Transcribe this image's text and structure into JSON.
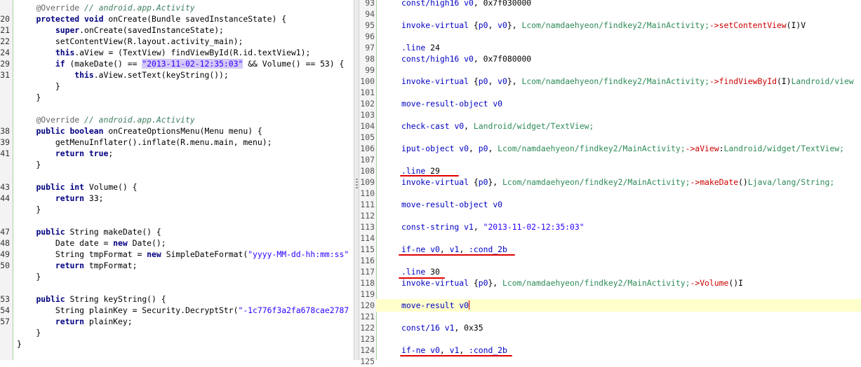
{
  "java_pane": {
    "lines": [
      {
        "num": "",
        "html": "    <span class='anno'>@Override</span> <span class='cmt'>// android.app.Activity</span>"
      },
      {
        "num": "20",
        "html": "    <span class='kw'>protected</span> <span class='kw'>void</span> onCreate(Bundle savedInstanceState) {"
      },
      {
        "num": "21",
        "html": "        <span class='kw'>super</span>.onCreate(savedInstanceState);"
      },
      {
        "num": "22",
        "html": "        setContentView(R.layout.activity_main);"
      },
      {
        "num": "24",
        "html": "        <span class='kw'>this</span>.aView = (TextView) findViewById(R.id.textView1);"
      },
      {
        "num": "29",
        "html": "        <span class='kw'>if</span> (makeDate() == <span class='hl-str'>\"2013-11-02-12:35:03\"</span> &amp;&amp; Volume() == 53) {"
      },
      {
        "num": "31",
        "html": "            <span class='kw'>this</span>.aView.setText(keyString());"
      },
      {
        "num": "",
        "html": "        }"
      },
      {
        "num": "",
        "html": "    }"
      },
      {
        "num": "",
        "html": ""
      },
      {
        "num": "",
        "html": "    <span class='anno'>@Override</span> <span class='cmt'>// android.app.Activity</span>"
      },
      {
        "num": "38",
        "html": "    <span class='kw'>public</span> <span class='kw'>boolean</span> onCreateOptionsMenu(Menu menu) {"
      },
      {
        "num": "39",
        "html": "        getMenuInflater().inflate(R.menu.main, menu);"
      },
      {
        "num": "41",
        "html": "        <span class='kw'>return</span> <span class='kw'>true</span>;"
      },
      {
        "num": "",
        "html": "    }"
      },
      {
        "num": "",
        "html": ""
      },
      {
        "num": "43",
        "html": "    <span class='kw'>public</span> <span class='kw'>int</span> Volume() {"
      },
      {
        "num": "44",
        "html": "        <span class='kw'>return</span> 33;"
      },
      {
        "num": "",
        "html": "    }"
      },
      {
        "num": "",
        "html": ""
      },
      {
        "num": "47",
        "html": "    <span class='kw'>public</span> String makeDate() {"
      },
      {
        "num": "48",
        "html": "        Date date = <span class='kw'>new</span> Date();"
      },
      {
        "num": "49",
        "html": "        String tmpFormat = <span class='kw'>new</span> SimpleDateFormat(<span class='str'>\"yyyy-MM-dd-hh:mm:ss\"</span>"
      },
      {
        "num": "50",
        "html": "        <span class='kw'>return</span> tmpFormat;"
      },
      {
        "num": "",
        "html": "    }"
      },
      {
        "num": "",
        "html": ""
      },
      {
        "num": "53",
        "html": "    <span class='kw'>public</span> String keyString() {"
      },
      {
        "num": "54",
        "html": "        String plainKey = Security.DecryptStr(<span class='str'>\"-1c776f3a2fa678cae2787</span>"
      },
      {
        "num": "57",
        "html": "        <span class='kw'>return</span> plainKey;"
      },
      {
        "num": "",
        "html": "    }"
      },
      {
        "num": "",
        "html": "}"
      }
    ]
  },
  "smali_pane": {
    "lines": [
      {
        "num": "93",
        "html": "<span class='op'>const/high16</span> <span class='reg'>v0</span>, 0x7f030000"
      },
      {
        "num": "94",
        "html": ""
      },
      {
        "num": "95",
        "html": "<span class='op'>invoke-virtual</span> {<span class='reg'>p0</span>, <span class='reg'>v0</span>}, <span class='cls'>Lcom/namdaehyeon/findkey2/MainActivity;</span><span class='meth'>-&gt;setContentView</span>(I)V"
      },
      {
        "num": "96",
        "html": ""
      },
      {
        "num": "97",
        "html": "<span class='dir'>.line</span> 24"
      },
      {
        "num": "98",
        "html": "<span class='op'>const/high16</span> <span class='reg'>v0</span>, 0x7f080000"
      },
      {
        "num": "99",
        "html": ""
      },
      {
        "num": "100",
        "html": "<span class='op'>invoke-virtual</span> {<span class='reg'>p0</span>, <span class='reg'>v0</span>}, <span class='cls'>Lcom/namdaehyeon/findkey2/MainActivity;</span><span class='meth'>-&gt;findViewById</span>(I)<span class='cls'>Landroid/view</span>"
      },
      {
        "num": "101",
        "html": ""
      },
      {
        "num": "102",
        "html": "<span class='op'>move-result-object</span> <span class='reg'>v0</span>"
      },
      {
        "num": "103",
        "html": ""
      },
      {
        "num": "104",
        "html": "<span class='op'>check-cast</span> <span class='reg'>v0</span>, <span class='cls'>Landroid/widget/TextView;</span>"
      },
      {
        "num": "105",
        "html": ""
      },
      {
        "num": "106",
        "html": "<span class='op'>iput-object</span> <span class='reg'>v0</span>, <span class='reg'>p0</span>, <span class='cls'>Lcom/namdaehyeon/findkey2/MainActivity;</span><span class='meth'>-&gt;aView</span>:<span class='cls'>Landroid/widget/TextView;</span>"
      },
      {
        "num": "107",
        "html": ""
      },
      {
        "num": "108",
        "html": "<span class='dir'>.line</span> 29"
      },
      {
        "num": "109",
        "html": "<span class='op'>invoke-virtual</span> {<span class='reg'>p0</span>}, <span class='cls'>Lcom/namdaehyeon/findkey2/MainActivity;</span><span class='meth'>-&gt;makeDate</span>()<span class='cls'>Ljava/lang/String;</span>"
      },
      {
        "num": "110",
        "html": ""
      },
      {
        "num": "111",
        "html": "<span class='op'>move-result-object</span> <span class='reg'>v0</span>"
      },
      {
        "num": "112",
        "html": ""
      },
      {
        "num": "113",
        "html": "<span class='op'>const-string</span> <span class='reg'>v1</span>, <span class='str'>\"2013-11-02-12:35:03\"</span>"
      },
      {
        "num": "114",
        "html": ""
      },
      {
        "num": "115",
        "html": "<span class='kw2'>if-ne</span> <span class='reg'>v0</span>, <span class='reg'>v1</span>, <span class='lbl'>:cond_2b</span>"
      },
      {
        "num": "116",
        "html": ""
      },
      {
        "num": "117",
        "html": "<span class='dir'>.line</span> 30"
      },
      {
        "num": "118",
        "html": "<span class='op'>invoke-virtual</span> {<span class='reg'>p0</span>}, <span class='cls'>Lcom/namdaehyeon/findkey2/MainActivity;</span><span class='meth'>-&gt;Volume</span>()I"
      },
      {
        "num": "119",
        "html": ""
      },
      {
        "num": "120",
        "html": "<span class='op'>move-result</span> <span class='reg'>v0</span><span class='caret'></span>"
      },
      {
        "num": "121",
        "html": ""
      },
      {
        "num": "122",
        "html": "<span class='op'>const/16</span> <span class='reg'>v1</span>, 0x35"
      },
      {
        "num": "123",
        "html": ""
      },
      {
        "num": "124",
        "html": "<span class='kw2'>if-ne</span> <span class='reg'>v0</span>, <span class='reg'>v1</span>, <span class='lbl'>:cond_2b</span>"
      },
      {
        "num": "125",
        "html": ""
      }
    ],
    "current_line": "120"
  }
}
